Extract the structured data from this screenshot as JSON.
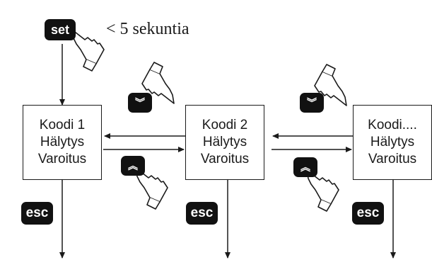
{
  "set_key_label": "set",
  "press_duration_label": "< 5 sekuntia",
  "esc_key_label": "esc",
  "up_glyph": "︽",
  "down_glyph": "︾",
  "boxes": [
    {
      "line1": "Koodi 1",
      "line2": "Hälytys",
      "line3": "Varoitus"
    },
    {
      "line1": "Koodi 2",
      "line2": "Hälytys",
      "line3": "Varoitus"
    },
    {
      "line1": "Koodi....",
      "line2": "Hälytys",
      "line3": "Varoitus"
    }
  ]
}
